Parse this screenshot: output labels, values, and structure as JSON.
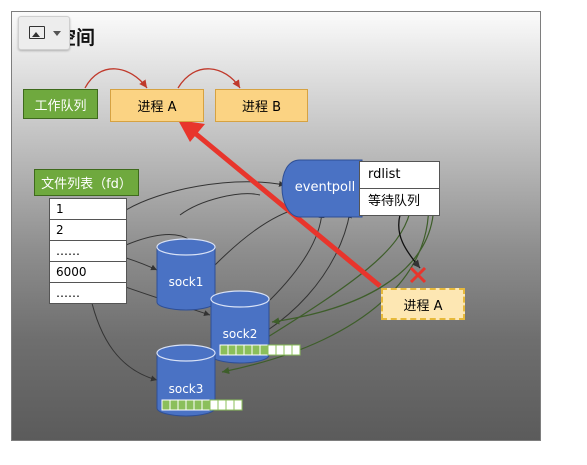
{
  "title": "内核空间",
  "work_queue": "工作队列",
  "process_a": "进程 A",
  "process_b": "进程 B",
  "file_list": {
    "label": "文件列表（fd）",
    "rows": [
      "1",
      "2",
      "……",
      "6000",
      "……"
    ]
  },
  "eventpoll": {
    "label": "eventpoll",
    "rdlist": "rdlist",
    "wait_queue": "等待队列"
  },
  "sockets": [
    "sock1",
    "sock2",
    "sock3"
  ],
  "waiting_process": "进程 A",
  "colors": {
    "green": "#6fa93e",
    "yellow": "#fbd383",
    "blue": "#4a72c4",
    "red_arrow": "#e8352c"
  }
}
